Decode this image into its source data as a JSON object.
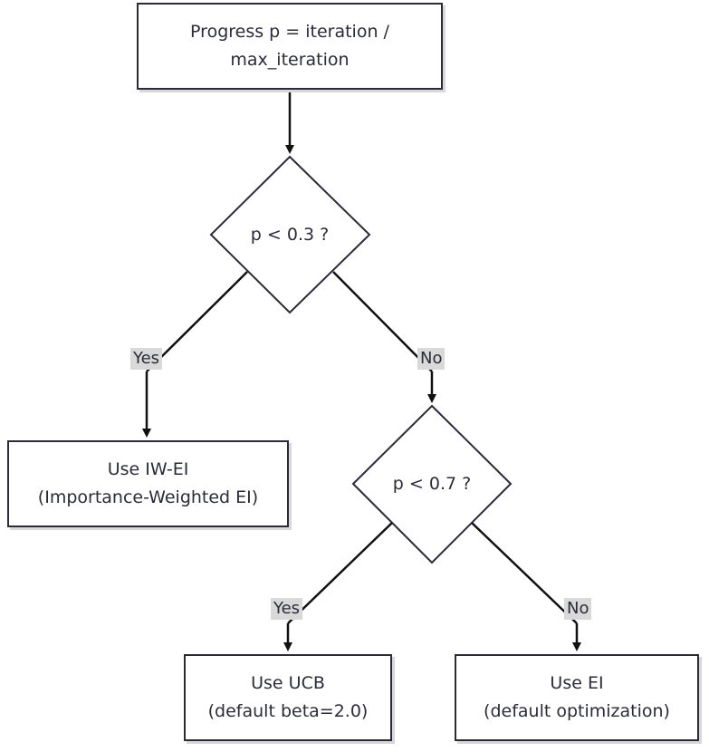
{
  "nodes": {
    "progress": {
      "line1": "Progress p = iteration /",
      "line2": "max_iteration"
    },
    "decision1": {
      "label": "p < 0.3 ?"
    },
    "iwei": {
      "line1": "Use IW-EI",
      "line2": "(Importance-Weighted EI)"
    },
    "decision2": {
      "label": "p < 0.7 ?"
    },
    "ucb": {
      "line1": "Use UCB",
      "line2": "(default beta=2.0)"
    },
    "ei": {
      "line1": "Use EI",
      "line2": "(default optimization)"
    }
  },
  "edges": {
    "d1_yes": "Yes",
    "d1_no": "No",
    "d2_yes": "Yes",
    "d2_no": "No"
  },
  "colors": {
    "stroke": "#2a2a38",
    "edge_label_bg": "#d9d9d9"
  }
}
